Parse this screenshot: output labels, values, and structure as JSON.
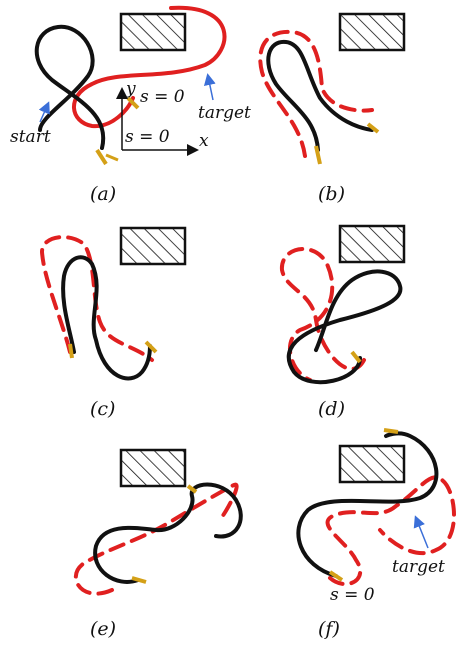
{
  "colors": {
    "robot": "#111111",
    "target": "#e02020",
    "obstacle_fill": "#ffffff",
    "obstacle_stroke": "#111111",
    "tip_marker": "#d4a017",
    "annotation_arrow": "#3b6fd8"
  },
  "panels": [
    {
      "caption": "(a)"
    },
    {
      "caption": "(b)"
    },
    {
      "caption": "(c)"
    },
    {
      "caption": "(d)"
    },
    {
      "caption": "(e)"
    },
    {
      "caption": "(f)"
    }
  ],
  "annotations": {
    "start": "start",
    "target": "target",
    "s_zero": "s = 0",
    "axis_x": "x",
    "axis_y": "y"
  }
}
